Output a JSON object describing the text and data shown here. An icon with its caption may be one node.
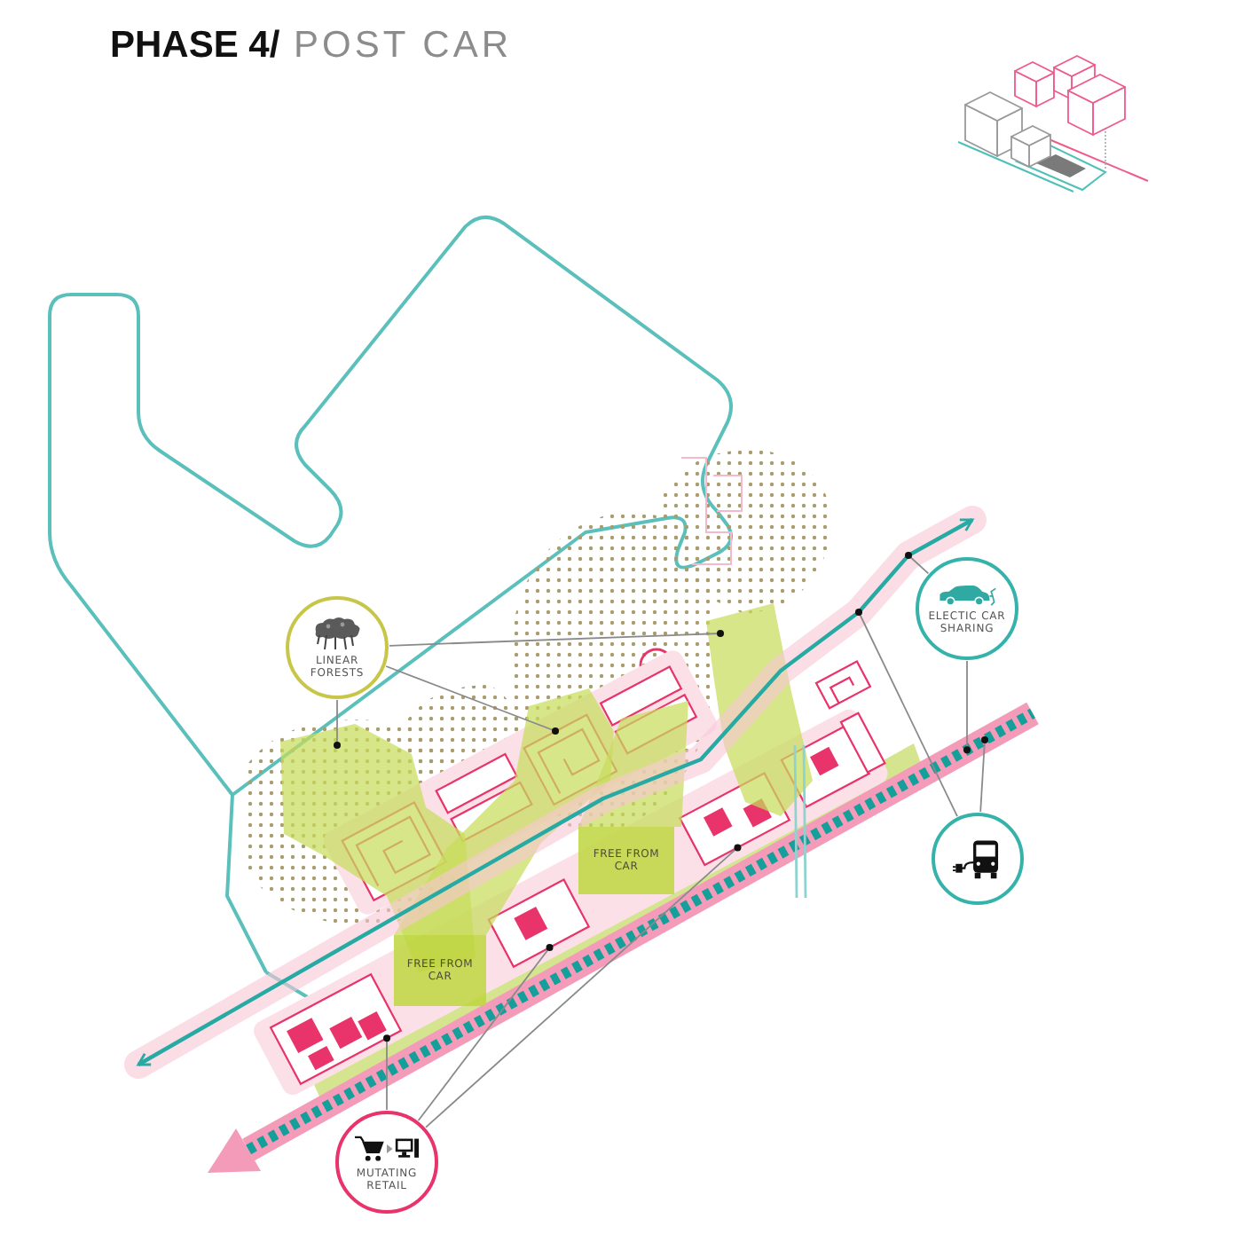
{
  "diagram": {
    "title": "**PHASE 4/** POST CAR",
    "nodes": [
      {
        "text": [
          "LINEAR FORESTS"
        ]
      },
      {
        "text": [
          "ELECTIC CAR SHARING"
        ]
      },
      {
        "text": [],
        "shape": "circle"
      },
      {
        "text": [
          "MUTATING RETAIL"
        ]
      },
      {
        "text": [
          "FREE FROM CAR"
        ]
      },
      {
        "text": [
          "FREE FROM CAR"
        ]
      },
      {
        "text": [],
        "shape": "polygon"
      },
      {
        "text": [],
        "shape": "polygon"
      },
      {
        "text": [],
        "shape": "polygon"
      },
      {
        "text": [],
        "shape": "polygon"
      },
      {
        "text": [],
        "shape": "box"
      },
      {
        "text": [],
        "shape": "box"
      },
      {
        "text": [],
        "shape": "box"
      }
    ],
    "edges": [
      {
        "from": 0,
        "to": 6,
        "arrow": "none"
      },
      {
        "from": 0,
        "to": 7,
        "arrow": "none"
      },
      {
        "from": 0,
        "to": 8,
        "arrow": "none"
      },
      {
        "from": 1,
        "to": null,
        "arrow": "none"
      },
      {
        "from": 1,
        "to": null,
        "arrow": "none"
      },
      {
        "from": 2,
        "to": null,
        "arrow": "none"
      },
      {
        "from": 2,
        "to": null,
        "arrow": "none"
      },
      {
        "from": 3,
        "to": 10,
        "arrow": "none"
      },
      {
        "from": 3,
        "to": 11,
        "arrow": "none"
      },
      {
        "from": 3,
        "to": 12,
        "arrow": "none"
      }
    ]
  }
}
